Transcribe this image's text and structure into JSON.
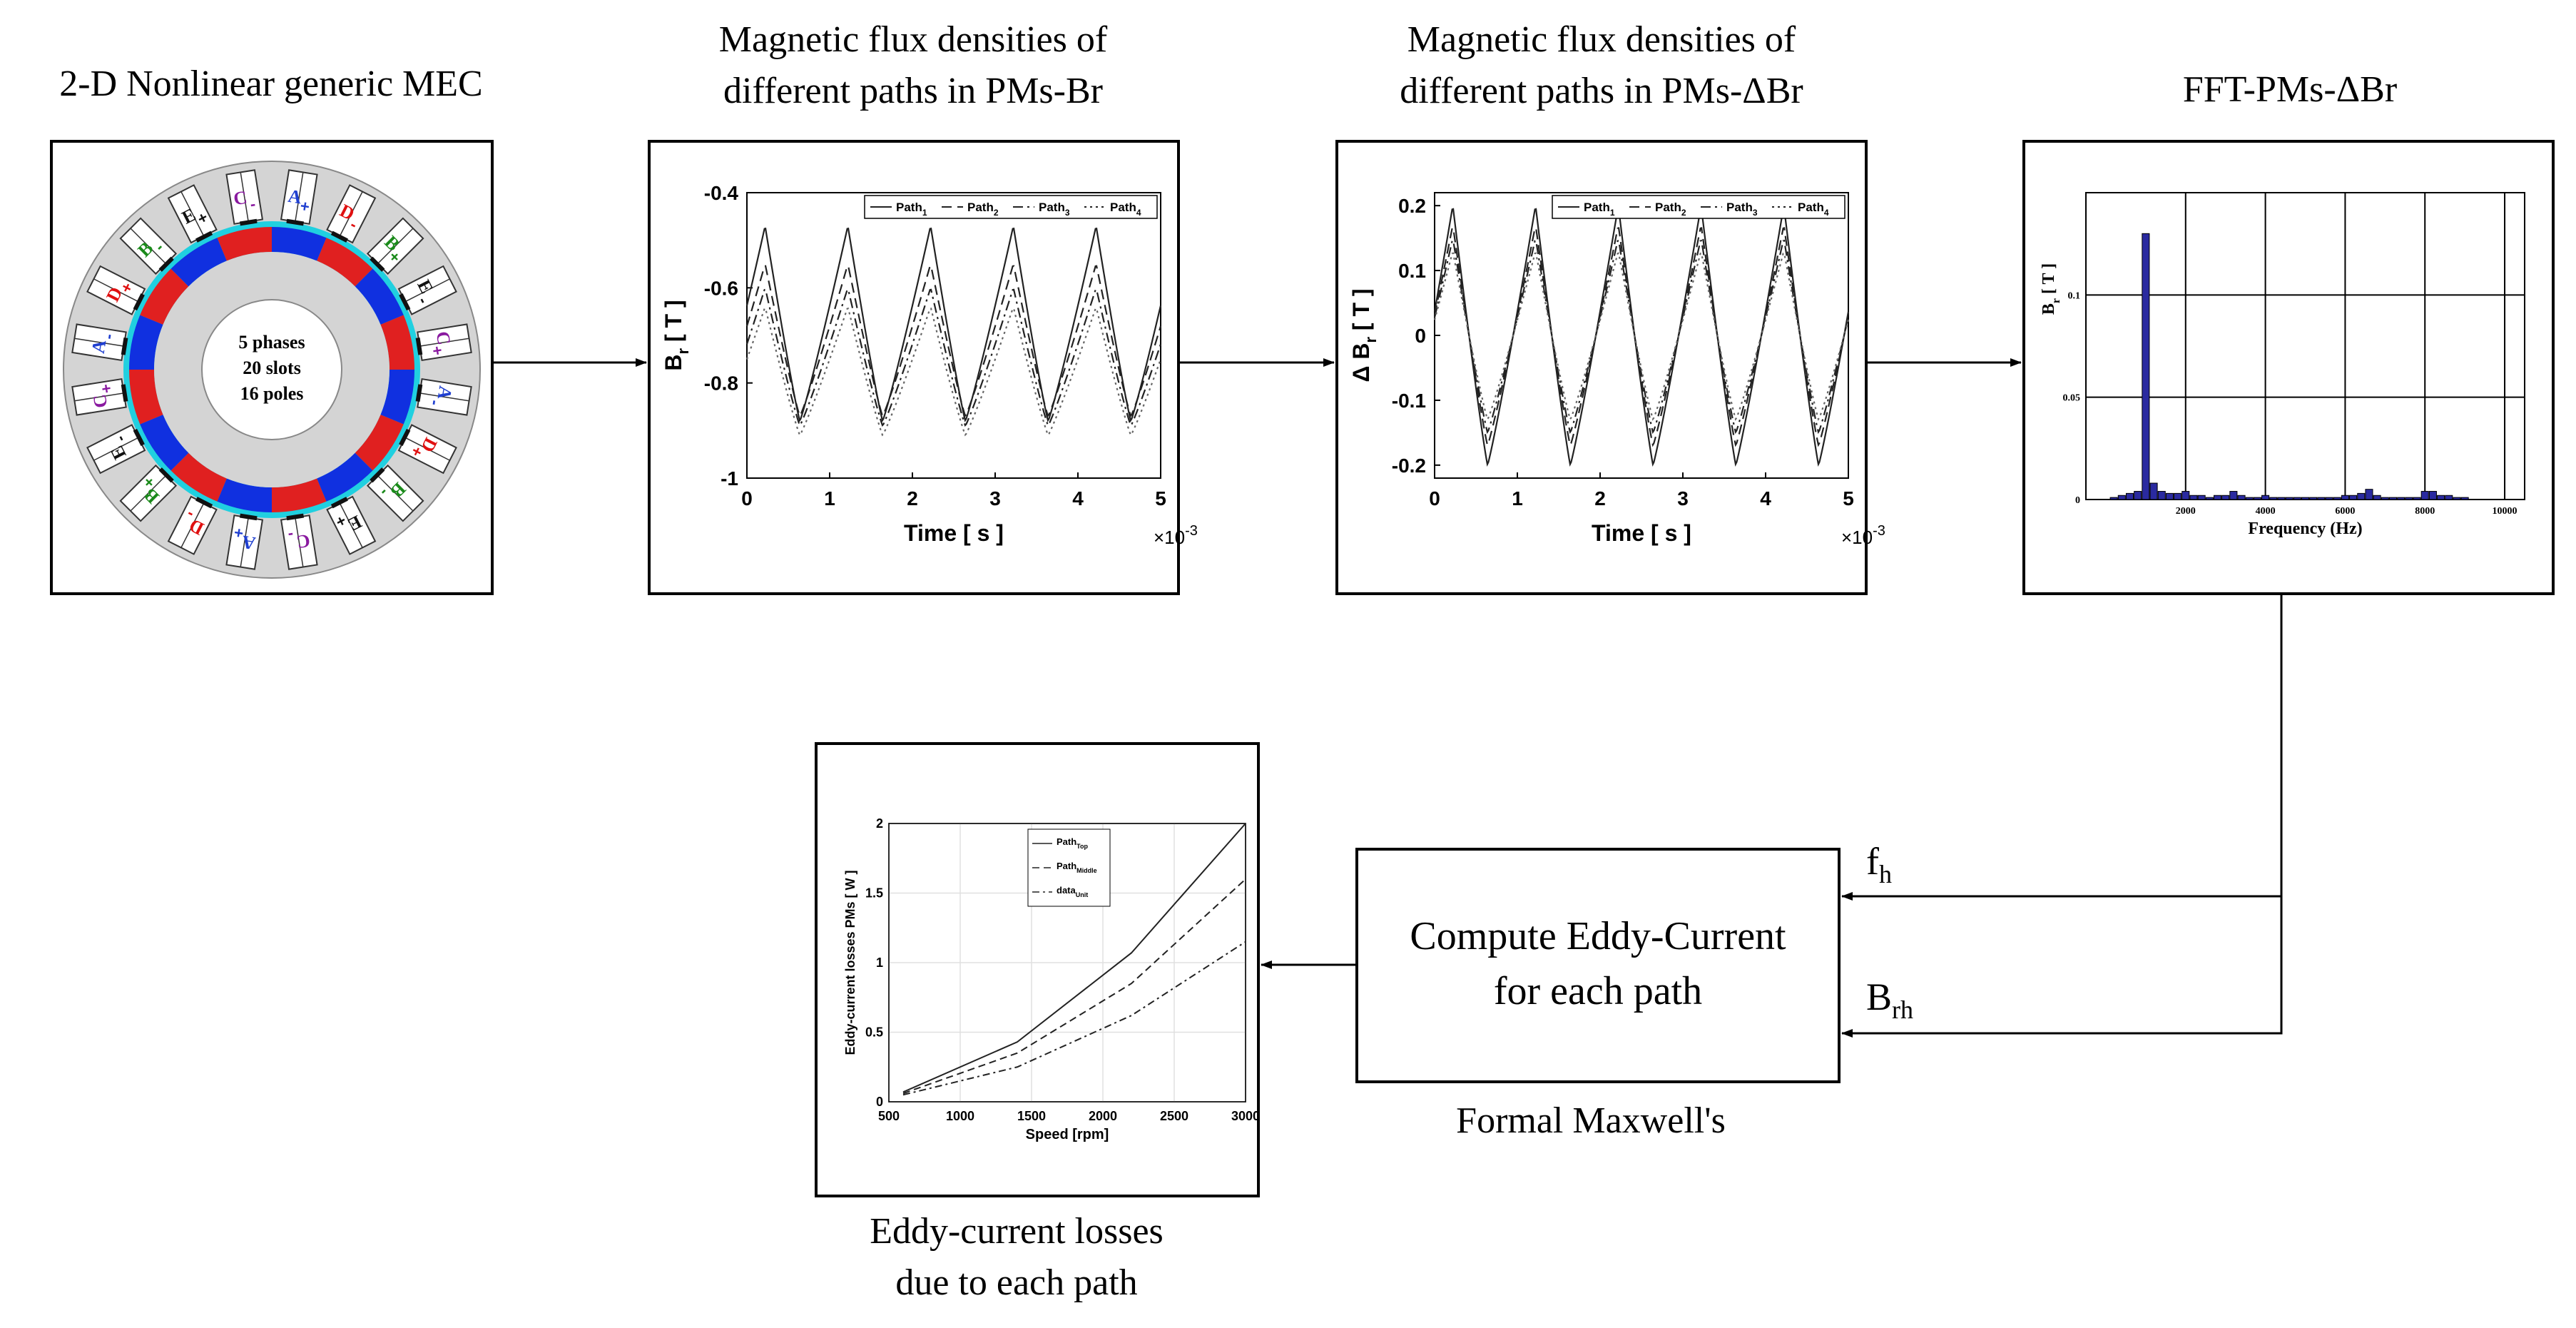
{
  "titles": {
    "mec": "2-D Nonlinear generic MEC",
    "br_line1": "Magnetic flux densities of",
    "br_line2": "different paths in PMs-Br",
    "dbr_line1": "Magnetic flux densities of",
    "dbr_line2": "different paths in PMs-ΔBr",
    "fft": "FFT-PMs-ΔBr",
    "losses_line1": "Eddy-current losses",
    "losses_line2": "due to each path",
    "compute_line1": "Compute Eddy-Current",
    "compute_line2": "for each path",
    "maxwell": "Formal Maxwell's"
  },
  "signals": {
    "fh_main": "f",
    "fh_sub": "h",
    "brh_main": "B",
    "brh_sub": "rh"
  },
  "motor": {
    "center_line1": "5 phases",
    "center_line2": "20 slots",
    "center_line3": "16 poles",
    "slot_labels": [
      "A",
      "D",
      "B",
      "E",
      "C",
      "A",
      "D",
      "B",
      "E",
      "C",
      "A",
      "D",
      "B",
      "E",
      "C",
      "A",
      "D",
      "B",
      "E",
      "C"
    ],
    "phase_colors": {
      "A": "#1f3fd0",
      "B": "#1a8a1a",
      "C": "#8a1aa0",
      "D": "#e01010",
      "E": "#111111"
    },
    "colors": {
      "stator": "#d4d4d4",
      "magnet_red": "#e02020",
      "magnet_blue": "#1030e0",
      "gap": "#20d0e0"
    }
  },
  "chart_br": {
    "chart_data": {
      "type": "line",
      "xlabel": "Time [ s ]",
      "ylabel_main": "B",
      "ylabel_sub": "r",
      "ylabel_unit": " [ T ]",
      "x_exponent_base": "×10",
      "x_exponent": "-3",
      "xlim": [
        0,
        5
      ],
      "ylim": [
        -1,
        -0.4
      ],
      "xticks": [
        "0",
        "1",
        "2",
        "3",
        "4",
        "5"
      ],
      "yticks": [
        "-0.4",
        "-0.6",
        "-0.8",
        "-1"
      ],
      "yticks_values": [
        -0.4,
        -0.6,
        -0.8,
        -1
      ],
      "legend_position": "top-right",
      "period": 1.0,
      "series": [
        {
          "name": "Path",
          "sub": "1",
          "peak": -0.47,
          "trough": -0.88,
          "dash": ""
        },
        {
          "name": "Path",
          "sub": "2",
          "peak": -0.55,
          "trough": -0.87,
          "dash": "14,8"
        },
        {
          "name": "Path",
          "sub": "3",
          "peak": -0.6,
          "trough": -0.89,
          "dash": "14,6,3,6"
        },
        {
          "name": "Path",
          "sub": "4",
          "peak": -0.64,
          "trough": -0.91,
          "dash": "3,5"
        }
      ]
    }
  },
  "chart_dbr": {
    "chart_data": {
      "type": "line",
      "xlabel": "Time [ s ]",
      "ylabel_main": "Δ B",
      "ylabel_sub": "r",
      "ylabel_unit": " [ T ]",
      "x_exponent_base": "×10",
      "x_exponent": "-3",
      "xlim": [
        0,
        5
      ],
      "ylim": [
        -0.22,
        0.22
      ],
      "xticks": [
        "0",
        "1",
        "2",
        "3",
        "4",
        "5"
      ],
      "yticks": [
        "0.2",
        "0.1",
        "0",
        "-0.1",
        "-0.2"
      ],
      "yticks_values": [
        0.2,
        0.1,
        0,
        -0.1,
        -0.2
      ],
      "legend_position": "top-right",
      "period": 1.0,
      "series": [
        {
          "name": "Path",
          "sub": "1",
          "peak": 0.2,
          "trough": -0.2,
          "dash": ""
        },
        {
          "name": "Path",
          "sub": "2",
          "peak": 0.17,
          "trough": -0.17,
          "dash": "14,8"
        },
        {
          "name": "Path",
          "sub": "3",
          "peak": 0.15,
          "trough": -0.15,
          "dash": "14,6,3,6"
        },
        {
          "name": "Path",
          "sub": "4",
          "peak": 0.13,
          "trough": -0.13,
          "dash": "3,5"
        }
      ]
    }
  },
  "chart_fft": {
    "chart_data": {
      "type": "bar",
      "xlabel": "Frequency (Hz)",
      "ylabel_main": "B",
      "ylabel_sub": "r",
      "ylabel_unit": " [ T ]",
      "xlim": [
        -500,
        10500
      ],
      "ylim": [
        0,
        0.15
      ],
      "xticks": [
        "2000",
        "4000",
        "6000",
        "8000",
        "10000"
      ],
      "xticks_values": [
        2000,
        4000,
        6000,
        8000,
        10000
      ],
      "yticks": [
        "0.1",
        "0.05",
        "0"
      ],
      "yticks_values": [
        0.1,
        0.05,
        0
      ],
      "grid": true,
      "bar_color": "#2a2aa0",
      "x": [
        200,
        400,
        600,
        800,
        1000,
        1200,
        1400,
        1600,
        1800,
        2000,
        2200,
        2400,
        2600,
        2800,
        3000,
        3200,
        3400,
        3600,
        3800,
        4000,
        4200,
        4400,
        4600,
        4800,
        5000,
        5200,
        5400,
        5600,
        5800,
        6000,
        6200,
        6400,
        6600,
        6800,
        7000,
        7200,
        7400,
        7600,
        7800,
        8000,
        8200,
        8400,
        8600,
        8800,
        9000
      ],
      "values": [
        0.001,
        0.002,
        0.003,
        0.004,
        0.13,
        0.008,
        0.004,
        0.003,
        0.003,
        0.004,
        0.002,
        0.002,
        0.001,
        0.002,
        0.002,
        0.004,
        0.002,
        0.001,
        0.001,
        0.002,
        0.001,
        0.001,
        0.001,
        0.001,
        0.001,
        0.001,
        0.001,
        0.001,
        0.001,
        0.002,
        0.002,
        0.003,
        0.005,
        0.002,
        0.001,
        0.001,
        0.001,
        0.001,
        0.001,
        0.004,
        0.004,
        0.002,
        0.002,
        0.001,
        0.001
      ]
    }
  },
  "chart_loss": {
    "chart_data": {
      "type": "line",
      "xlabel": "Speed [rpm]",
      "ylabel": "Eddy-current losses  PMs [ W ]",
      "xlim": [
        500,
        3000
      ],
      "ylim": [
        0,
        2
      ],
      "xticks": [
        "500",
        "1000",
        "1500",
        "2000",
        "2500",
        "3000"
      ],
      "xticks_values": [
        500,
        1000,
        1500,
        2000,
        2500,
        3000
      ],
      "yticks": [
        "2",
        "1.5",
        "1",
        "0.5",
        "0"
      ],
      "yticks_values": [
        2,
        1.5,
        1,
        0.5,
        0
      ],
      "grid": true,
      "legend_position": "top-right",
      "x": [
        600,
        1400,
        2200,
        3000
      ],
      "series": [
        {
          "name": "Path",
          "sub": "Top",
          "values": [
            0.07,
            0.43,
            1.07,
            2.0
          ],
          "dash": ""
        },
        {
          "name": "Path",
          "sub": "Middle",
          "values": [
            0.06,
            0.35,
            0.85,
            1.6
          ],
          "dash": "10,6"
        },
        {
          "name": "data",
          "sub": "Unit",
          "values": [
            0.05,
            0.25,
            0.62,
            1.15
          ],
          "dash": "10,5,3,5"
        }
      ]
    }
  }
}
